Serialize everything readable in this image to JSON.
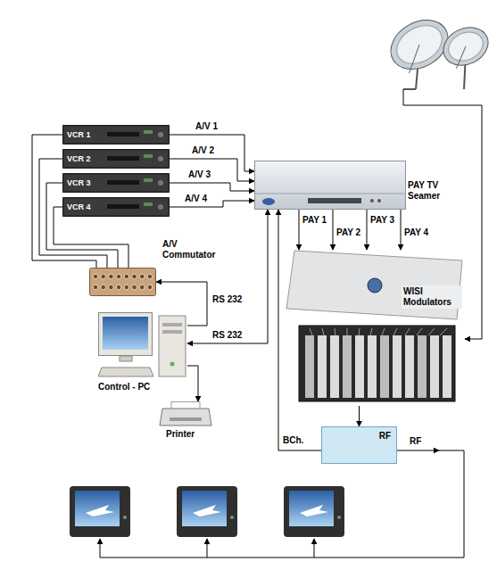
{
  "diagram": {
    "nodes": [
      {
        "text": [
          "VCR 1"
        ]
      },
      {
        "text": [
          "VCR 2"
        ]
      },
      {
        "text": [
          "VCR 3"
        ]
      },
      {
        "text": [
          "VCR 4"
        ]
      },
      {
        "text": [
          "PAY TV Seamer"
        ]
      },
      {
        "text": [
          "WISI Modulators"
        ]
      },
      {
        "text": [
          "A/V Commutator"
        ]
      },
      {
        "text": [
          "Control - PC"
        ]
      },
      {
        "text": [
          "Printer"
        ]
      },
      {
        "text": [
          "RF"
        ]
      }
    ],
    "edges": [
      {
        "from": 0,
        "to": 4,
        "label": "A/V 1",
        "arrow": "to"
      },
      {
        "from": 1,
        "to": 4,
        "label": "A/V 2",
        "arrow": "to"
      },
      {
        "from": 2,
        "to": 4,
        "label": "A/V 3",
        "arrow": "to"
      },
      {
        "from": 3,
        "to": 4,
        "label": "A/V 4",
        "arrow": "to"
      },
      {
        "from": 4,
        "to": 5,
        "label": "PAY 1",
        "arrow": "to"
      },
      {
        "from": 4,
        "to": 5,
        "label": "PAY 2",
        "arrow": "to"
      },
      {
        "from": 4,
        "to": 5,
        "label": "PAY 3",
        "arrow": "to"
      },
      {
        "from": 4,
        "to": 5,
        "label": "PAY 4",
        "arrow": "to"
      },
      {
        "from": 6,
        "to": 0,
        "arrow": "none"
      },
      {
        "from": 6,
        "to": 1,
        "arrow": "none"
      },
      {
        "from": 6,
        "to": 2,
        "arrow": "none"
      },
      {
        "from": 6,
        "to": 3,
        "arrow": "none"
      },
      {
        "from": 7,
        "to": 6,
        "label": "RS 232",
        "arrow": "to"
      },
      {
        "from": 4,
        "to": 7,
        "label": "RS 232",
        "arrow": "both"
      },
      {
        "from": 7,
        "to": 8,
        "arrow": "to"
      },
      {
        "from": 5,
        "to": 9,
        "arrow": "to"
      },
      {
        "from": 9,
        "to": 4,
        "label": "BCh.",
        "arrow": "to"
      }
    ],
    "labels": [
      "RF"
    ]
  }
}
